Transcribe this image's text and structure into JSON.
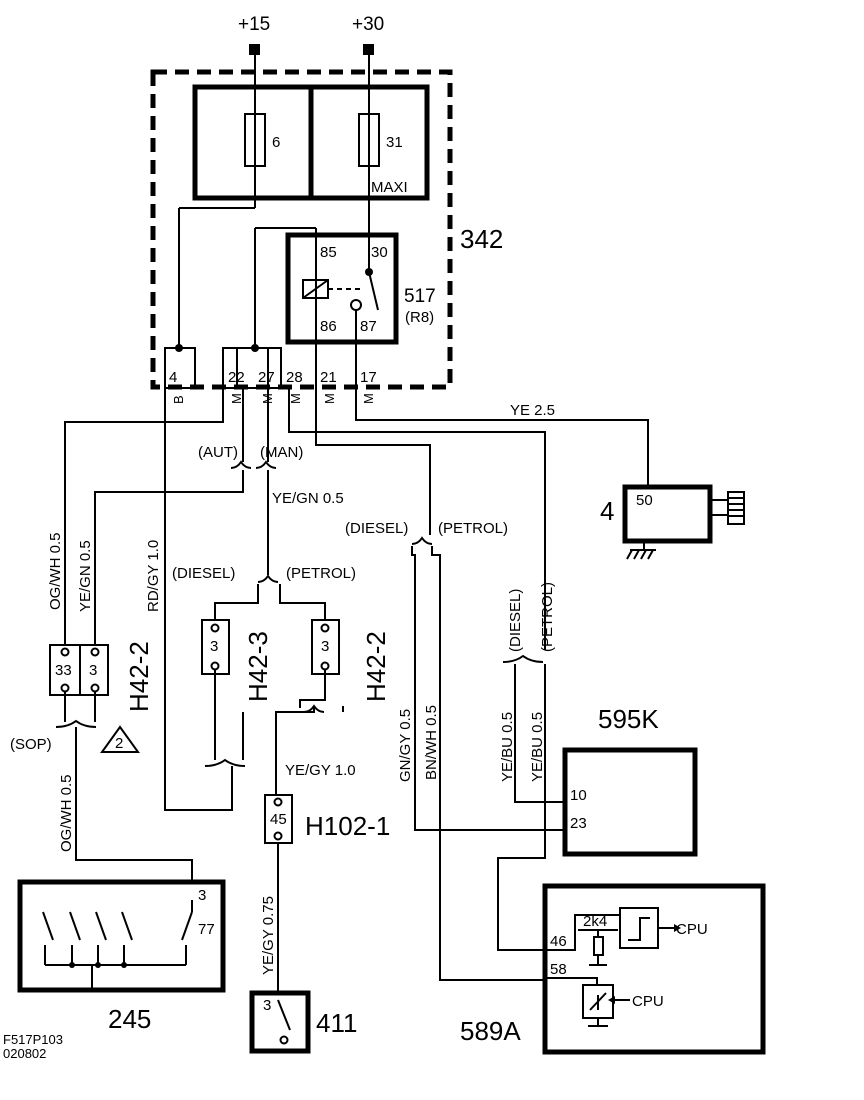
{
  "supply": {
    "plus15": "+15",
    "plus30": "+30"
  },
  "fuse_box": {
    "id": "342",
    "fuse_6": "6",
    "fuse_31": "31",
    "maxi": "MAXI",
    "relay_id": "517",
    "relay_sub": "(R8)",
    "relay_pins": {
      "p85": "85",
      "p30": "30",
      "p86": "86",
      "p87": "87"
    },
    "connector_pins": [
      "4",
      "22",
      "27",
      "28",
      "21",
      "17"
    ],
    "connector_codes": [
      "B",
      "M",
      "M",
      "M",
      "M",
      "M"
    ]
  },
  "wires": {
    "ye_25": "YE 2.5",
    "og_wh_05_left": "OG/WH 0.5",
    "ye_gn_05_left": "YE/GN 0.5",
    "rd_gy_10": "RD/GY 1.0",
    "ye_gn_05_mid": "YE/GN 0.5",
    "ye_gy_10": "YE/GY 1.0",
    "og_wh_05_lower": "OG/WH 0.5",
    "ye_gy_075": "YE/GY 0.75",
    "gn_gy_05": "GN/GY 0.5",
    "bn_wh_05": "BN/WH 0.5",
    "ye_bu_05_a": "YE/BU 0.5",
    "ye_bu_05_b": "YE/BU 0.5"
  },
  "variants": {
    "aut": "(AUT)",
    "man": "(MAN)",
    "diesel_mid": "(DIESEL)",
    "petrol_mid": "(PETROL)",
    "diesel_right": "(DIESEL)",
    "petrol_right": "(PETROL)",
    "diesel_vert": "(DIESEL)",
    "petrol_vert": "(PETROL)",
    "sop": "(SOP)",
    "note_triangle": "2"
  },
  "components": {
    "c4": {
      "id": "4",
      "pin": "50"
    },
    "h42_2_left": {
      "id": "H42-2",
      "pins": [
        "33",
        "3"
      ]
    },
    "h42_3": {
      "id": "H42-3",
      "pin": "3"
    },
    "h42_2_right": {
      "id": "H42-2",
      "pin": "3"
    },
    "h102_1": {
      "id": "H102-1",
      "pin": "45"
    },
    "c595k": {
      "id": "595K",
      "pins": [
        "10",
        "23"
      ]
    },
    "c589a": {
      "id": "589A",
      "pins": [
        "46",
        "58"
      ],
      "resistor": "2k4",
      "cpu1": "CPU",
      "cpu2": "CPU"
    },
    "c245": {
      "id": "245",
      "pins": [
        "3",
        "77"
      ]
    },
    "c411": {
      "id": "411",
      "pin": "3"
    }
  },
  "footer": {
    "line1": "F517P103",
    "line2": "020802"
  }
}
